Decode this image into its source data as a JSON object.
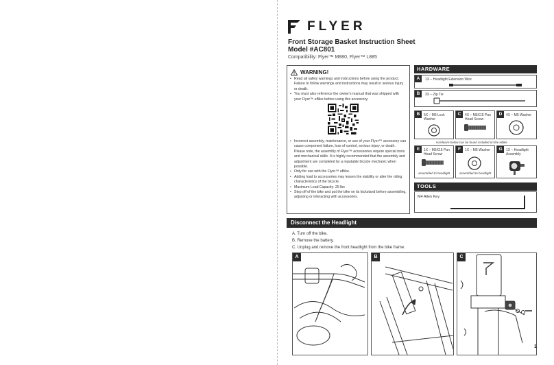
{
  "brand": {
    "name": "FLYER"
  },
  "doc": {
    "title": "Front Storage Basket Instruction Sheet",
    "model": "Model #AC801",
    "compatibility": "Compatibility:  Flyer™ M880, Flyer™ L885"
  },
  "warning": {
    "heading": "WARNING!",
    "items_top": [
      "Read all safety warnings and instructions before using the product. Failure to follow warnings and instructions may result in serious injury or death.",
      "You must also reference the owner's manual that was shipped with your Flyer™ eBike before using this accessory:"
    ],
    "items_bottom": [
      "Incorrect assembly, maintenance, or use of your Flyer™ accessory can cause component failure, loss of control, serious injury, or death. Please note, the assembly of Flyer™ accessories require special tools and mechanical skills. It is highly recommended that the assembly and adjustment are completed by a reputable bicycle mechanic when possible.",
      "Only for use with the Flyer™ eBike.",
      "Adding load to accessories may lessen the stability or alter the riding characteristics of the bicycle.",
      "Maximum Load Capacity: 25 lbs",
      "Step off of the bike and put the bike on its kickstand before assembling, adjusting or interacting with accessories."
    ]
  },
  "hardware": {
    "heading": "HARDWARE",
    "a": {
      "badge": "A",
      "label": "1X – Headlight Extension Wire"
    },
    "b": {
      "badge": "B",
      "label": "3X – Zip Tie"
    },
    "row3": [
      {
        "badge": "B",
        "label": "5X – M5 Lock Washer"
      },
      {
        "badge": "C",
        "label": "4X – M5X15 Pan Head Screw"
      },
      {
        "badge": "D",
        "label": "4X – M5 Washer"
      }
    ],
    "note": "Hardware below can be found installed on the eBike",
    "row4": [
      {
        "badge": "E",
        "label": "1X – M5X15 Pan Head Screw",
        "sub": "assembled to headlight"
      },
      {
        "badge": "F",
        "label": "1X – M5 Washer",
        "sub": "assembled to headlight"
      },
      {
        "badge": "G",
        "label": "1X – Headlight Assembly"
      }
    ]
  },
  "tools": {
    "heading": "TOOLS",
    "item": "M4 Allen Key"
  },
  "disconnect": {
    "heading": "Disconnect the Headlight",
    "steps": [
      "A.  Turn off the bike.",
      "B.  Remove the battery.",
      "C.  Unplug and remove the front headlight from the bike frame."
    ],
    "panels": [
      "A",
      "B",
      "C"
    ]
  },
  "page": {
    "number": "1"
  }
}
